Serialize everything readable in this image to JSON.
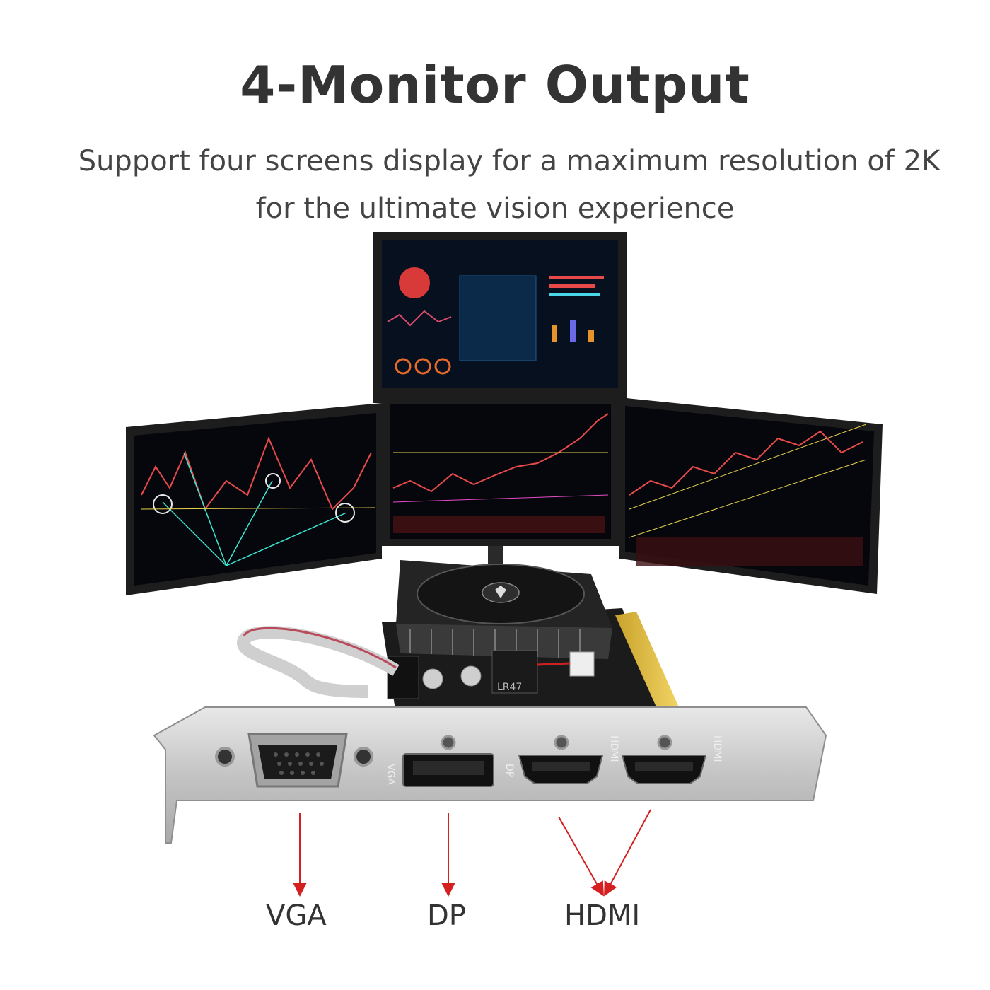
{
  "header": {
    "title": "4-Monitor Output",
    "subtitle_line1": "Support four screens display for a maximum resolution of 2K",
    "subtitle_line2": "for the ultimate vision experience"
  },
  "card": {
    "chip_marking": "LR47",
    "bracket_labels": {
      "vga": "VGA",
      "dp": "DP",
      "hdmi1": "HDMI",
      "hdmi2": "HDMI"
    }
  },
  "ports": {
    "vga": "VGA",
    "dp": "DP",
    "hdmi": "HDMI"
  },
  "colors": {
    "arrow": "#d42020",
    "bracket": "#c9c9c9",
    "screen_bg": "#05070d",
    "pcb": "#1b1b1b",
    "gold": "#e5c040"
  }
}
